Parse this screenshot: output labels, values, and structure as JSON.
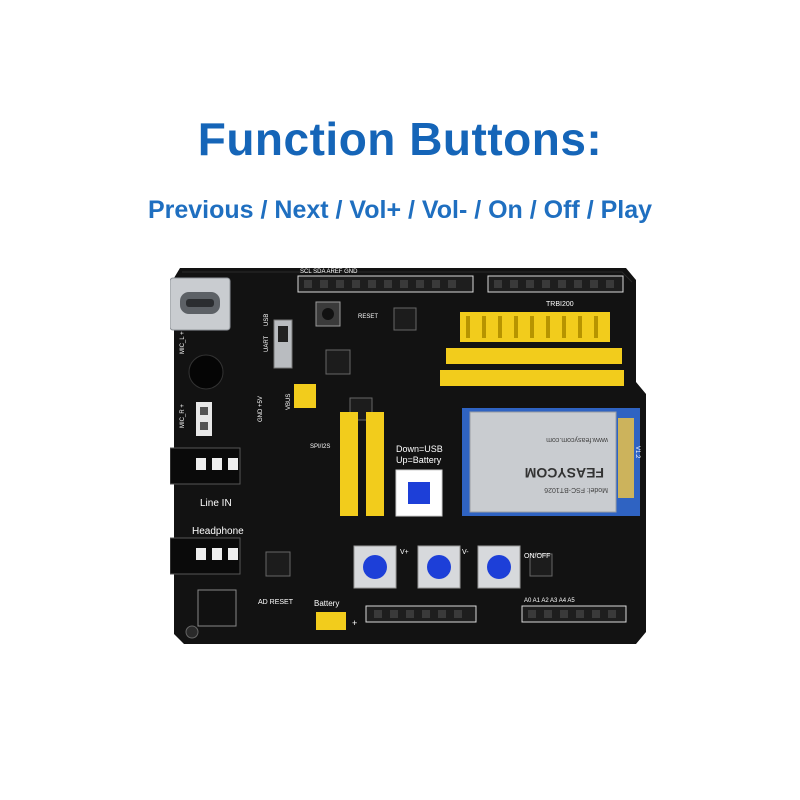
{
  "header": {
    "title": "Function Buttons:",
    "subtitle": "Previous / Next / Vol+ / Vol- / On / Off / Play"
  },
  "board": {
    "labels": {
      "line_in": "Line IN",
      "headphone": "Headphone",
      "ad_reset": "AD RESET",
      "battery": "Battery",
      "down_usb": "Down=USB",
      "up_battery": "Up=Battery",
      "on_off": "ON/OFF",
      "reset": "RESET",
      "vbus": "VBUS",
      "spi_i2s": "SPI/I2S",
      "uart": "UART",
      "usb": "USB",
      "gnd_5v": "GND +5V",
      "mic_l": "MIC_L +",
      "mic_r": "MIC_R +",
      "vplus": "V+",
      "vminus": "V-",
      "plus": "+",
      "header_top": "SCL  SDA  AREF GND",
      "trbi": "TRBI200",
      "module_url": "www.feasycom.com",
      "module_brand": "FEASYCOM",
      "module_model": "Model: FSC-BT1026",
      "module_ver": "V1.2",
      "analog_pins": "A0  A1  A2  A3  A4  A5"
    },
    "colors": {
      "pcb": "#121212",
      "header_yellow": "#f2cc1c",
      "button_blue": "#1d3fd8",
      "module_blue": "#2f63c2",
      "shield_silver": "#c9ccd0"
    }
  }
}
